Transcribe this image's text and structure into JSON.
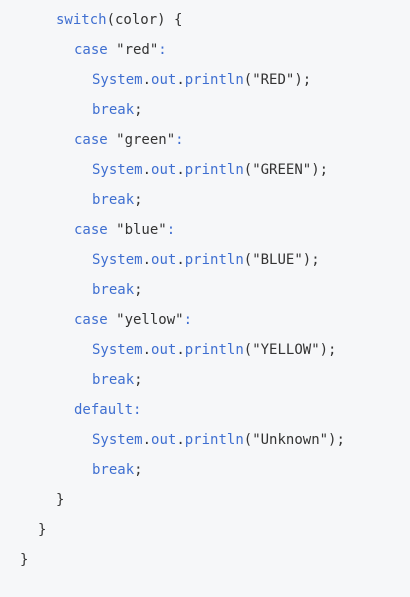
{
  "colors": {
    "background": "#f6f7f9",
    "keyword": "#3f6fd1",
    "text": "#333333"
  },
  "code": {
    "lines": [
      {
        "indent": 2,
        "tokens": [
          {
            "t": "kw",
            "v": "switch"
          },
          {
            "t": "plain",
            "v": "(color) {"
          }
        ]
      },
      {
        "indent": 3,
        "tokens": [
          {
            "t": "kw",
            "v": "case"
          },
          {
            "t": "plain",
            "v": " \"red\""
          },
          {
            "t": "kw",
            "v": ":"
          }
        ]
      },
      {
        "indent": 4,
        "tokens": [
          {
            "t": "kw",
            "v": "System"
          },
          {
            "t": "plain",
            "v": "."
          },
          {
            "t": "kw",
            "v": "out"
          },
          {
            "t": "plain",
            "v": "."
          },
          {
            "t": "kw",
            "v": "println"
          },
          {
            "t": "plain",
            "v": "(\"RED\");"
          }
        ]
      },
      {
        "indent": 4,
        "tokens": [
          {
            "t": "kw",
            "v": "break"
          },
          {
            "t": "plain",
            "v": ";"
          }
        ]
      },
      {
        "indent": 3,
        "tokens": [
          {
            "t": "kw",
            "v": "case"
          },
          {
            "t": "plain",
            "v": " \"green\""
          },
          {
            "t": "kw",
            "v": ":"
          }
        ]
      },
      {
        "indent": 4,
        "tokens": [
          {
            "t": "kw",
            "v": "System"
          },
          {
            "t": "plain",
            "v": "."
          },
          {
            "t": "kw",
            "v": "out"
          },
          {
            "t": "plain",
            "v": "."
          },
          {
            "t": "kw",
            "v": "println"
          },
          {
            "t": "plain",
            "v": "(\"GREEN\");"
          }
        ]
      },
      {
        "indent": 4,
        "tokens": [
          {
            "t": "kw",
            "v": "break"
          },
          {
            "t": "plain",
            "v": ";"
          }
        ]
      },
      {
        "indent": 3,
        "tokens": [
          {
            "t": "kw",
            "v": "case"
          },
          {
            "t": "plain",
            "v": " \"blue\""
          },
          {
            "t": "kw",
            "v": ":"
          }
        ]
      },
      {
        "indent": 4,
        "tokens": [
          {
            "t": "kw",
            "v": "System"
          },
          {
            "t": "plain",
            "v": "."
          },
          {
            "t": "kw",
            "v": "out"
          },
          {
            "t": "plain",
            "v": "."
          },
          {
            "t": "kw",
            "v": "println"
          },
          {
            "t": "plain",
            "v": "(\"BLUE\");"
          }
        ]
      },
      {
        "indent": 4,
        "tokens": [
          {
            "t": "kw",
            "v": "break"
          },
          {
            "t": "plain",
            "v": ";"
          }
        ]
      },
      {
        "indent": 3,
        "tokens": [
          {
            "t": "kw",
            "v": "case"
          },
          {
            "t": "plain",
            "v": " \"yellow\""
          },
          {
            "t": "kw",
            "v": ":"
          }
        ]
      },
      {
        "indent": 4,
        "tokens": [
          {
            "t": "kw",
            "v": "System"
          },
          {
            "t": "plain",
            "v": "."
          },
          {
            "t": "kw",
            "v": "out"
          },
          {
            "t": "plain",
            "v": "."
          },
          {
            "t": "kw",
            "v": "println"
          },
          {
            "t": "plain",
            "v": "(\"YELLOW\");"
          }
        ]
      },
      {
        "indent": 4,
        "tokens": [
          {
            "t": "kw",
            "v": "break"
          },
          {
            "t": "plain",
            "v": ";"
          }
        ]
      },
      {
        "indent": 3,
        "tokens": [
          {
            "t": "kw",
            "v": "default"
          },
          {
            "t": "kw",
            "v": ":"
          }
        ]
      },
      {
        "indent": 4,
        "tokens": [
          {
            "t": "kw",
            "v": "System"
          },
          {
            "t": "plain",
            "v": "."
          },
          {
            "t": "kw",
            "v": "out"
          },
          {
            "t": "plain",
            "v": "."
          },
          {
            "t": "kw",
            "v": "println"
          },
          {
            "t": "plain",
            "v": "(\"Unknown\");"
          }
        ]
      },
      {
        "indent": 4,
        "tokens": [
          {
            "t": "kw",
            "v": "break"
          },
          {
            "t": "plain",
            "v": ";"
          }
        ]
      },
      {
        "indent": 2,
        "tokens": [
          {
            "t": "plain",
            "v": "}"
          }
        ]
      },
      {
        "indent": 1,
        "tokens": [
          {
            "t": "plain",
            "v": "}"
          }
        ]
      },
      {
        "indent": 0,
        "tokens": [
          {
            "t": "plain",
            "v": "}"
          }
        ]
      }
    ]
  }
}
